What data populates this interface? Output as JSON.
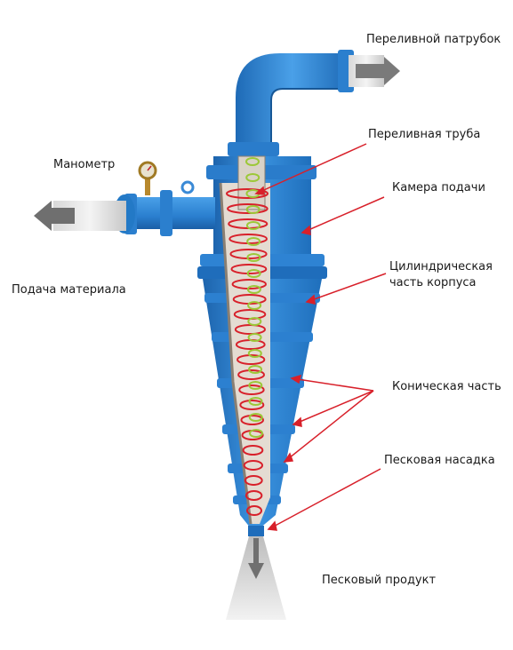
{
  "labels": {
    "overflow_nozzle": "Переливной патрубок",
    "overflow_pipe": "Переливная труба",
    "manometer": "Манометр",
    "feed_chamber": "Камера подачи",
    "material_feed": "Подача материала",
    "cylindrical_part": "Цилиндрическая часть корпуса",
    "conical_part": "Коническая часть",
    "sand_nozzle": "Песковая насадка",
    "sand_product": "Песковый продукт"
  },
  "colors": {
    "body_blue": "#2f87d6",
    "body_dark": "#1d64ad",
    "body_light": "#5aa8ea",
    "inner_cut": "#e4dcd2",
    "spiral_red": "#d8202a",
    "spiral_green": "#9cc838",
    "pointer_red": "#d8202a",
    "flow_gray": "#8a8a8a"
  }
}
